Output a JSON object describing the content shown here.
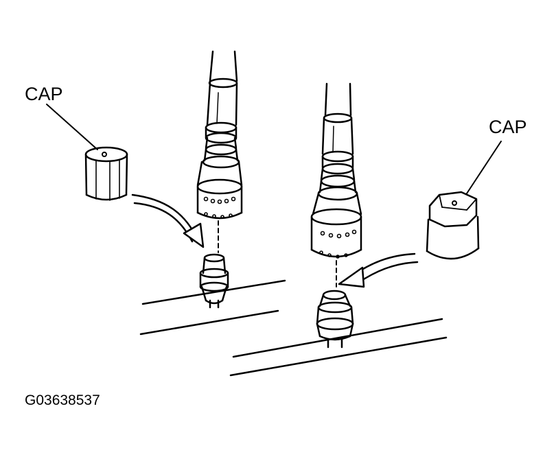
{
  "labels": {
    "cap_left": "CAP",
    "cap_right": "CAP"
  },
  "figure_id": "G03638537",
  "colors": {
    "ink": "#000000",
    "background": "#ffffff"
  }
}
